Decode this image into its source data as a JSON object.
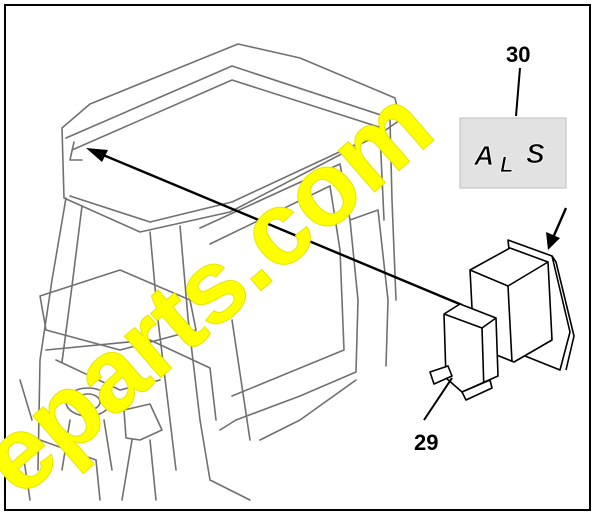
{
  "labels": {
    "part_30": "30",
    "part_29": "29"
  },
  "decal_letters": [
    "A",
    "L",
    "S"
  ],
  "watermark_text": "eparts.com",
  "colors": {
    "watermark": "#ffff00",
    "line": "#000000",
    "sketch": "#707070",
    "decal_bg": "#e2e2e2"
  }
}
